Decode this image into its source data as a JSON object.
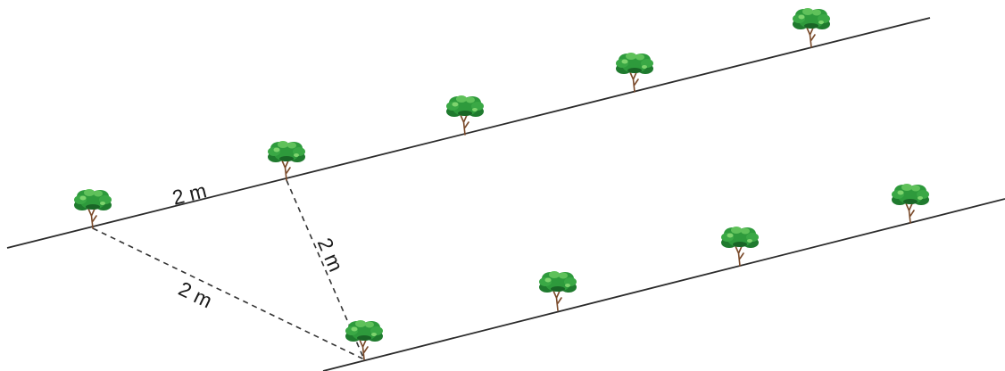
{
  "labels": {
    "top_edge": "2 m",
    "right_edge": "2 m",
    "left_edge": "2 m"
  },
  "colors": {
    "line": "#2b2b2b",
    "dashed": "#333333",
    "foliage_dark": "#1f7a2e",
    "foliage_mid": "#2e9a3c",
    "foliage_light": "#5fc15a",
    "trunk": "#7a4a2a"
  },
  "trees": {
    "top_row_count": 5,
    "bottom_row_count": 4
  }
}
